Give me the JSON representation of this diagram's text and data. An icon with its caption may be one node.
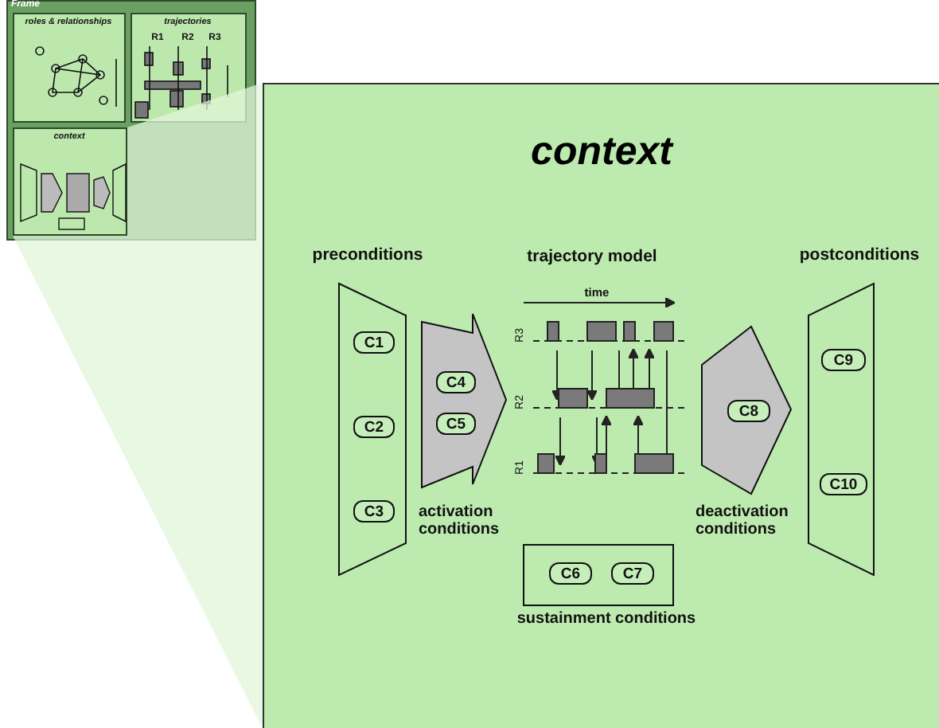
{
  "diagram": {
    "nodes": [
      {
        "text": [
          "context"
        ]
      },
      {
        "text": [
          "preconditions"
        ],
        "in": 0
      },
      {
        "text": [
          "C1"
        ],
        "in": 1
      },
      {
        "text": [
          "C2"
        ],
        "in": 1
      },
      {
        "text": [
          "C3"
        ],
        "in": 1
      },
      {
        "text": [
          "activation conditions"
        ],
        "in": 0
      },
      {
        "text": [
          "C4"
        ],
        "in": 5
      },
      {
        "text": [
          "C5"
        ],
        "in": 5
      },
      {
        "text": [
          "deactivation conditions"
        ],
        "in": 0
      },
      {
        "text": [
          "C8"
        ],
        "in": 8
      },
      {
        "text": [
          "postconditions"
        ],
        "in": 0
      },
      {
        "text": [
          "C9"
        ],
        "in": 10
      },
      {
        "text": [
          "C10"
        ],
        "in": 10
      },
      {
        "text": [
          "sustainment conditions"
        ],
        "in": 0
      },
      {
        "text": [
          "C6"
        ],
        "in": 13
      },
      {
        "text": [
          "C7"
        ],
        "in": 13
      },
      {
        "text": [
          "Frame"
        ]
      },
      {
        "text": [
          "roles & relationships"
        ],
        "in": 16
      },
      {
        "text": [
          "trajectories"
        ],
        "in": 16
      },
      {
        "text": [
          "context"
        ],
        "in": 16
      }
    ],
    "labels": [
      "trajectory model",
      "time",
      "R3",
      "R2",
      "R1",
      "R1",
      "R2",
      "R3"
    ]
  }
}
